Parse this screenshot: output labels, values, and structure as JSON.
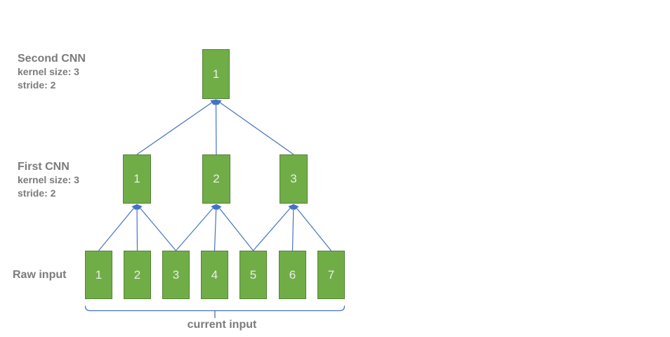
{
  "diagram": {
    "layers": [
      {
        "id": "second_cnn",
        "title": "Second CNN",
        "details": [
          "kernel size: 3",
          "stride: 2"
        ],
        "nodes": [
          "1"
        ]
      },
      {
        "id": "first_cnn",
        "title": "First CNN",
        "details": [
          "kernel size: 3",
          "stride: 2"
        ],
        "nodes": [
          "1",
          "2",
          "3"
        ]
      },
      {
        "id": "raw_input",
        "title": "Raw input",
        "details": [],
        "nodes": [
          "1",
          "2",
          "3",
          "4",
          "5",
          "6",
          "7"
        ]
      }
    ],
    "edges": {
      "raw_to_first": [
        [
          1,
          1
        ],
        [
          2,
          1
        ],
        [
          3,
          1
        ],
        [
          3,
          2
        ],
        [
          4,
          2
        ],
        [
          5,
          2
        ],
        [
          5,
          3
        ],
        [
          6,
          3
        ],
        [
          7,
          3
        ]
      ],
      "first_to_second": [
        [
          1,
          1
        ],
        [
          2,
          1
        ],
        [
          3,
          1
        ]
      ]
    },
    "brace_label": "current input",
    "colors": {
      "node_fill": "#70AD47",
      "node_border": "#548235",
      "node_text": "#EDEDED",
      "arrow": "#4472C4",
      "label_text": "#7B7B7B",
      "background": "#FFFFFF"
    }
  }
}
